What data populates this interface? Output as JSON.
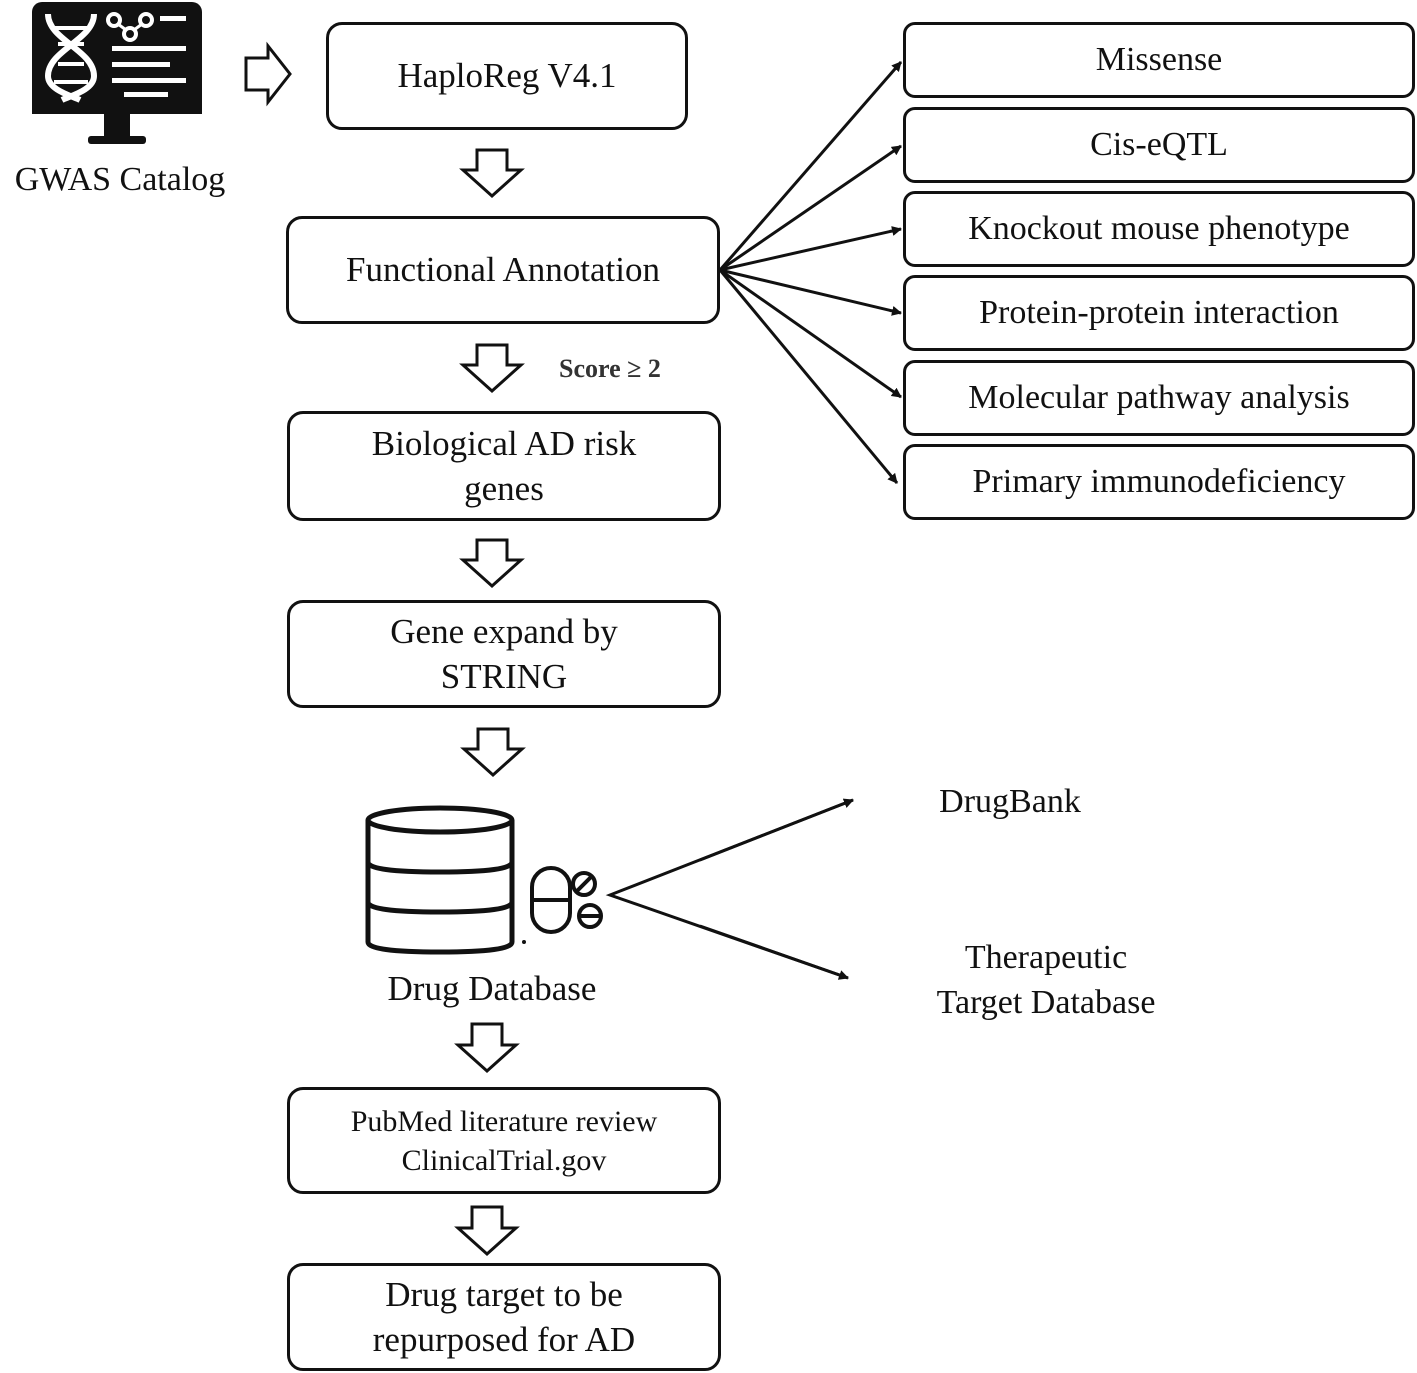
{
  "source": {
    "label": "GWAS Catalog",
    "icon": "dna-monitor-icon"
  },
  "flow": {
    "haploreg": "HaploReg V4.1",
    "functional_annotation": "Functional Annotation",
    "score_label": "Score ≥ 2",
    "biological_risk_genes": [
      "Biological AD risk",
      "genes"
    ],
    "gene_expand": [
      "Gene expand by",
      "STRING"
    ],
    "drug_database": {
      "label": "Drug Database",
      "icon": "database-pills-icon"
    },
    "literature_review": [
      "PubMed literature review",
      "ClinicalTrial.gov"
    ],
    "drug_target": [
      "Drug target to be",
      "repurposed  for AD"
    ]
  },
  "annotations": [
    "Missense",
    "Cis-eQTL",
    "Knockout  mouse  phenotype",
    "Protein-protein  interaction",
    "Molecular  pathway  analysis",
    "Primary immunodeficiency"
  ],
  "databases": {
    "drugbank": "DrugBank",
    "ttd": [
      "Therapeutic",
      "Target Database"
    ]
  }
}
